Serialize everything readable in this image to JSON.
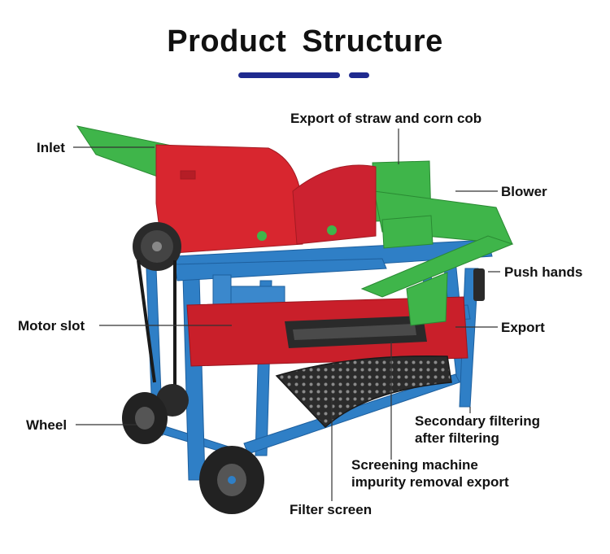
{
  "title": "Product  Structure",
  "colors": {
    "accent_bar": "#1f2a8f",
    "frame_blue": "#2f7fc6",
    "hopper_red": "#d8262f",
    "chute_green": "#3fb54a",
    "wheel_black": "#2a2a2a"
  },
  "labels": {
    "inlet": "Inlet",
    "export_straw": "Export of straw and corn cob",
    "blower": "Blower",
    "push_hands": "Push hands",
    "motor_slot": "Motor slot",
    "export": "Export",
    "wheel": "Wheel",
    "secondary_filtering": "Secondary filtering\nafter filtering",
    "screening_machine": "Screening machine\nimpurity removal export",
    "filter_screen": "Filter screen"
  }
}
